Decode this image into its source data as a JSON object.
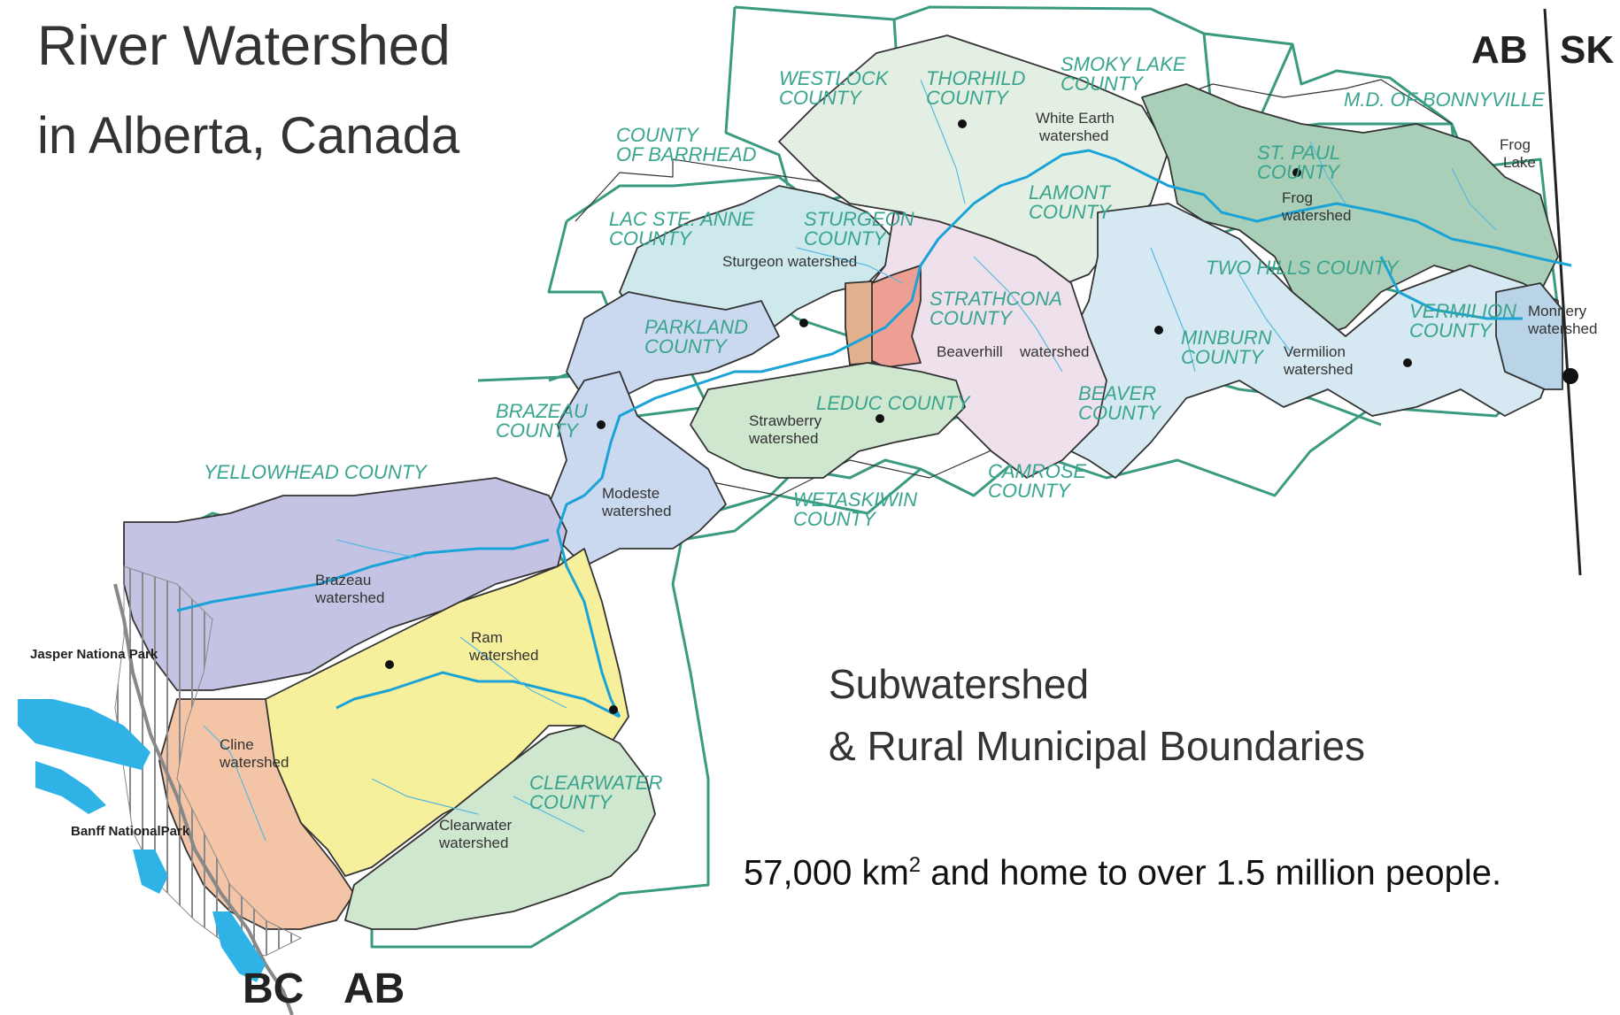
{
  "title": {
    "line1": "River Watershed",
    "line2": "in Alberta, Canada"
  },
  "subtitle": {
    "line1": "Subwatershed",
    "line2": "& Rural Municipal Boundaries"
  },
  "stat": {
    "prefix": "57,000 km",
    "superscript": "2",
    "suffix": " and home to over 1.5 million people."
  },
  "provinces": {
    "ab_top": "AB",
    "sk_top": "SK",
    "bc_bottom": "BC",
    "ab_bottom": "AB"
  },
  "counties": {
    "westlock": [
      "WESTLOCK",
      "COUNTY"
    ],
    "thorhild": [
      "THORHILD",
      "COUNTY"
    ],
    "smoky_lake": [
      "SMOKY LAKE",
      "COUNTY"
    ],
    "bonnyville": [
      "M.D. OF BONNYVILLE"
    ],
    "barrhead": [
      "COUNTY",
      "OF BARRHEAD"
    ],
    "lac_ste_anne": [
      "LAC STE. ANNE",
      "COUNTY"
    ],
    "sturgeon": [
      "STURGEON",
      "COUNTY"
    ],
    "lamont": [
      "LAMONT",
      "COUNTY"
    ],
    "st_paul": [
      "ST. PAUL",
      "COUNTY"
    ],
    "two_hills": [
      "TWO HILLS COUNTY"
    ],
    "strathcona": [
      "STRATHCONA",
      "COUNTY"
    ],
    "parkland": [
      "PARKLAND",
      "COUNTY"
    ],
    "minburn": [
      "MINBURN",
      "COUNTY"
    ],
    "vermilion": [
      "VERMILION",
      "COUNTY"
    ],
    "brazeau": [
      "BRAZEAU",
      "COUNTY"
    ],
    "leduc": [
      "LEDUC COUNTY"
    ],
    "beaver": [
      "BEAVER",
      "COUNTY"
    ],
    "yellowhead": [
      "YELLOWHEAD COUNTY"
    ],
    "camrose": [
      "CAMROSE",
      "COUNTY"
    ],
    "wetaskiwin": [
      "WETASKIWIN",
      "COUNTY"
    ],
    "clearwater": [
      "CLEARWATER",
      "COUNTY"
    ]
  },
  "watersheds": {
    "white_earth": [
      "White Earth",
      "watershed"
    ],
    "frog": [
      "Frog",
      "watershed"
    ],
    "frog_lake": [
      "Frog",
      "Lake"
    ],
    "sturgeon": [
      "Sturgeon watershed"
    ],
    "beaverhill": [
      "Beaverhill",
      "watershed"
    ],
    "vermilion": [
      "Vermilion",
      "watershed"
    ],
    "monnery": [
      "Monnery",
      "watershed"
    ],
    "strawberry": [
      "Strawberry",
      "watershed"
    ],
    "modeste": [
      "Modeste",
      "watershed"
    ],
    "brazeau": [
      "Brazeau",
      "watershed"
    ],
    "ram": [
      "Ram",
      "watershed"
    ],
    "cline": [
      "Cline",
      "watershed"
    ],
    "clearwater": [
      "Clearwater",
      "watershed"
    ]
  },
  "parks": {
    "jasper": "Jasper Nationa Park",
    "banff": "Banff NationalPark"
  },
  "colors": {
    "county_boundary": "#3a9a80",
    "county_label": "#3aa58f",
    "river": "#1aa3d6",
    "brazeau_ws": "#c4c3e3",
    "ram_ws": "#f6ef9c",
    "cline_ws": "#f3c5a6",
    "clearwater_ws": "#cfe6cf",
    "sturgeon_ws": "#cde9ec",
    "strathcona_ws": "#efe1ec",
    "frog_ws": "#a9cfb8",
    "vermilion_ws": "#d6e8f2",
    "upper_ws": "#e4efe4",
    "edmonton": "#ee9f93"
  }
}
